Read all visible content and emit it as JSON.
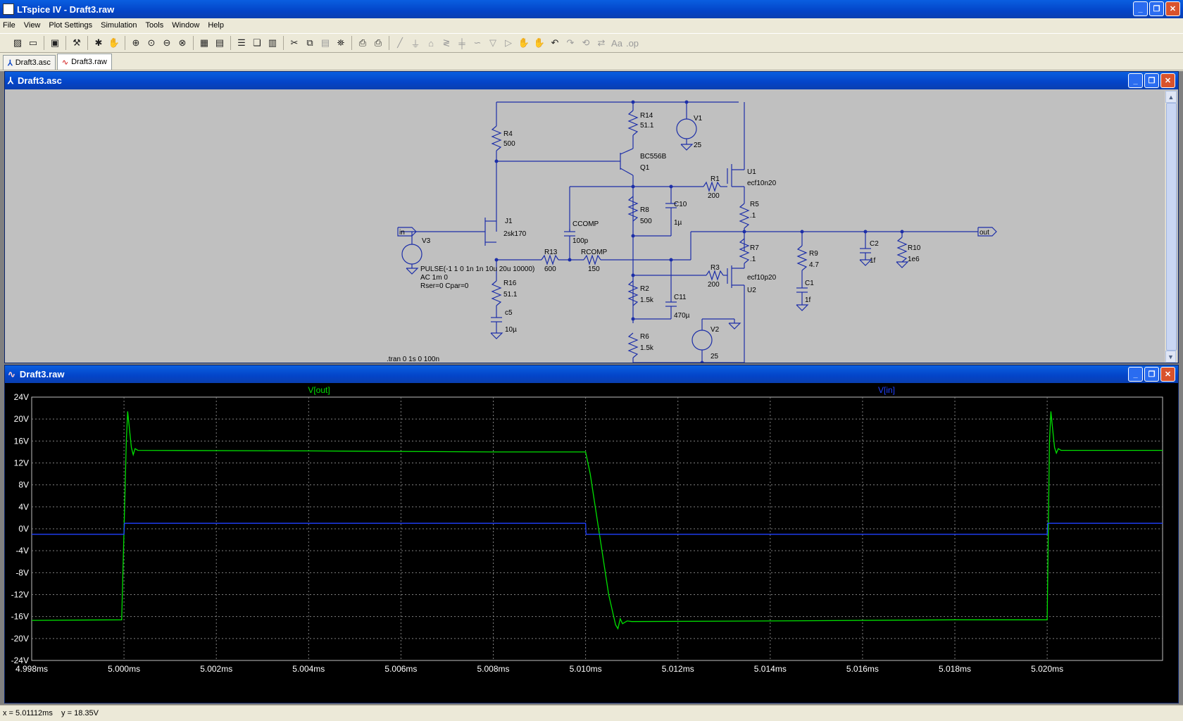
{
  "app": {
    "title": "LTspice IV - Draft3.raw"
  },
  "menu": [
    "File",
    "View",
    "Plot Settings",
    "Simulation",
    "Tools",
    "Window",
    "Help"
  ],
  "tabs": [
    {
      "label": "Draft3.asc",
      "active": false
    },
    {
      "label": "Draft3.raw",
      "active": true
    }
  ],
  "schematic_window": {
    "title": "Draft3.asc",
    "labels": {
      "r4": "R4",
      "r4v": "500",
      "r14": "R14",
      "r14v": "51.1",
      "v1": "V1",
      "v1v": "25",
      "q1m": "BC556B",
      "q1": "Q1",
      "u1": "U1",
      "u1m": "ecf10n20",
      "r1": "R1",
      "r1v": "200",
      "r5": "R5",
      "r5v": ".1",
      "c10": "C10",
      "c10v": "1µ",
      "r8": "R8",
      "r8v": "500",
      "ccomp": "CCOMP",
      "ccompv": "100p",
      "j1": "J1",
      "j1m": "2sk170",
      "in": "in",
      "v3": "V3",
      "pulse": "PULSE(-1 1 0 1n 1n 10u 20u 10000)",
      "ac": "AC 1m 0",
      "rser": "Rser=0 Cpar=0",
      "r13": "R13",
      "r13v": "600",
      "rcomp": "RCOMP",
      "rcompv": "150",
      "r7": "R7",
      "r7v": ".1",
      "r9": "R9",
      "r9v": "4.7",
      "c1": "C1",
      "c1v": "1f",
      "c2": "C2",
      "c2v": "1f",
      "r10": "R10",
      "r10v": "1e6",
      "out": "out",
      "r3": "R3",
      "r3v": "200",
      "u2m": "ecf10p20",
      "u2": "U2",
      "r16": "R16",
      "r16v": "51.1",
      "r2": "R2",
      "r2v": "1.5k",
      "c11": "C11",
      "c11v": "470µ",
      "c5": "c5",
      "c5v": "10µ",
      "v2": "V2",
      "v2v": "25",
      "r6": "R6",
      "r6v": "1.5k",
      "tran": ".tran 0 1s 0 100n"
    }
  },
  "waveform_window": {
    "title": "Draft3.raw"
  },
  "chart_data": {
    "type": "line",
    "x_unit": "ms",
    "xlim": [
      4.998,
      5.0225
    ],
    "ylim": [
      -24,
      24
    ],
    "x_ticks": [
      "4.998ms",
      "5.000ms",
      "5.002ms",
      "5.004ms",
      "5.006ms",
      "5.008ms",
      "5.010ms",
      "5.012ms",
      "5.014ms",
      "5.016ms",
      "5.018ms",
      "5.020ms"
    ],
    "y_ticks": [
      "24V",
      "20V",
      "16V",
      "12V",
      "8V",
      "4V",
      "0V",
      "-4V",
      "-8V",
      "-12V",
      "-16V",
      "-20V",
      "-24V"
    ],
    "grid": true,
    "series": [
      {
        "name": "V[out]",
        "color": "#00e000",
        "points": [
          [
            4.998,
            -16.7
          ],
          [
            4.99995,
            -16.6
          ],
          [
            5.00005,
            16.0
          ],
          [
            5.00008,
            21.4
          ],
          [
            5.00012,
            18.0
          ],
          [
            5.00016,
            14.8
          ],
          [
            5.0002,
            13.5
          ],
          [
            5.00024,
            14.6
          ],
          [
            5.0003,
            14.3
          ],
          [
            5.004,
            14.2
          ],
          [
            5.008,
            14.0
          ],
          [
            5.01,
            14.0
          ],
          [
            5.0101,
            10.0
          ],
          [
            5.0105,
            -12.0
          ],
          [
            5.01065,
            -17.5
          ],
          [
            5.0107,
            -18.2
          ],
          [
            5.01075,
            -16.4
          ],
          [
            5.0108,
            -17.3
          ],
          [
            5.0109,
            -16.8
          ],
          [
            5.011,
            -16.9
          ],
          [
            5.014,
            -16.8
          ],
          [
            5.018,
            -16.6
          ],
          [
            5.02,
            -16.6
          ],
          [
            5.02005,
            16.0
          ],
          [
            5.02008,
            21.4
          ],
          [
            5.02012,
            18.0
          ],
          [
            5.02016,
            14.8
          ],
          [
            5.0202,
            13.8
          ],
          [
            5.02024,
            14.6
          ],
          [
            5.0203,
            14.3
          ],
          [
            5.0225,
            14.3
          ]
        ]
      },
      {
        "name": "V[in]",
        "color": "#2040ff",
        "points": [
          [
            4.998,
            -1.0
          ],
          [
            5.0,
            -1.0
          ],
          [
            5.00001,
            1.0
          ],
          [
            5.01,
            1.0
          ],
          [
            5.01001,
            -1.0
          ],
          [
            5.02,
            -1.0
          ],
          [
            5.02001,
            1.0
          ],
          [
            5.0225,
            1.0
          ]
        ]
      }
    ]
  },
  "status": {
    "cursor": "x = 5.01112ms    y = 18.35V"
  }
}
